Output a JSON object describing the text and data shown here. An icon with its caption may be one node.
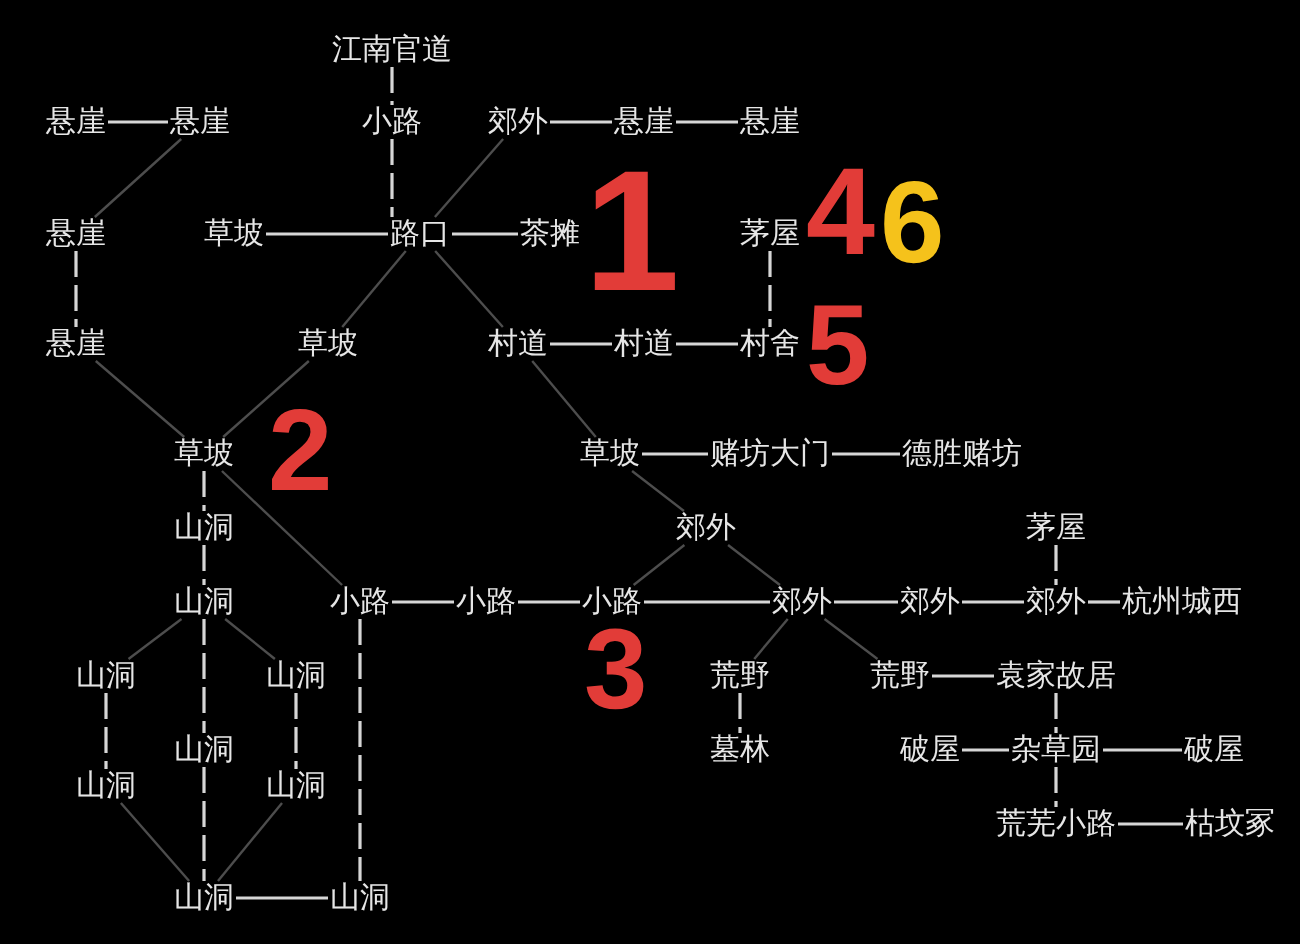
{
  "diagram": {
    "nodes": [
      {
        "text": [
          "江南官道"
        ]
      },
      {
        "text": [
          "悬崖"
        ]
      },
      {
        "text": [
          "悬崖"
        ]
      },
      {
        "text": [
          "小路"
        ]
      },
      {
        "text": [
          "郊外"
        ]
      },
      {
        "text": [
          "悬崖"
        ]
      },
      {
        "text": [
          "悬崖"
        ]
      },
      {
        "text": [
          "悬崖"
        ]
      },
      {
        "text": [
          "草坡"
        ]
      },
      {
        "text": [
          "路口"
        ]
      },
      {
        "text": [
          "茶摊"
        ]
      },
      {
        "text": [
          "茅屋"
        ]
      },
      {
        "text": [
          "悬崖"
        ]
      },
      {
        "text": [
          "草坡"
        ]
      },
      {
        "text": [
          "村道"
        ]
      },
      {
        "text": [
          "村道"
        ]
      },
      {
        "text": [
          "村舍"
        ]
      },
      {
        "text": [
          "草坡"
        ]
      },
      {
        "text": [
          "草坡"
        ]
      },
      {
        "text": [
          "赌坊大门"
        ]
      },
      {
        "text": [
          "德胜赌坊"
        ]
      },
      {
        "text": [
          "山洞"
        ]
      },
      {
        "text": [
          "郊外"
        ]
      },
      {
        "text": [
          "茅屋"
        ]
      },
      {
        "text": [
          "山洞"
        ]
      },
      {
        "text": [
          "小路"
        ]
      },
      {
        "text": [
          "小路"
        ]
      },
      {
        "text": [
          "小路"
        ]
      },
      {
        "text": [
          "郊外"
        ]
      },
      {
        "text": [
          "郊外"
        ]
      },
      {
        "text": [
          "郊外"
        ]
      },
      {
        "text": [
          "杭州城西"
        ]
      },
      {
        "text": [
          "山洞"
        ]
      },
      {
        "text": [
          "山洞"
        ]
      },
      {
        "text": [
          "荒野"
        ]
      },
      {
        "text": [
          "荒野"
        ]
      },
      {
        "text": [
          "袁家故居"
        ]
      },
      {
        "text": [
          "山洞"
        ]
      },
      {
        "text": [
          "墓林"
        ]
      },
      {
        "text": [
          "破屋"
        ]
      },
      {
        "text": [
          "杂草园"
        ]
      },
      {
        "text": [
          "破屋"
        ]
      },
      {
        "text": [
          "山洞"
        ]
      },
      {
        "text": [
          "山洞"
        ]
      },
      {
        "text": [
          "荒芜小路"
        ]
      },
      {
        "text": [
          "枯坟冢"
        ]
      },
      {
        "text": [
          "山洞"
        ]
      },
      {
        "text": [
          "山洞"
        ]
      }
    ],
    "edges": [
      {
        "from": 0,
        "to": 3,
        "arrow": "none",
        "style": "dashed"
      },
      {
        "from": 1,
        "to": 2,
        "arrow": "none"
      },
      {
        "from": 3,
        "to": 9,
        "arrow": "none",
        "style": "dashed"
      },
      {
        "from": 4,
        "to": 5,
        "arrow": "none"
      },
      {
        "from": 5,
        "to": 6,
        "arrow": "none"
      },
      {
        "from": 4,
        "to": 9,
        "arrow": "none",
        "color": "#4d4d4d"
      },
      {
        "from": 2,
        "to": 7,
        "arrow": "none",
        "color": "#4d4d4d"
      },
      {
        "from": 7,
        "to": 12,
        "arrow": "none",
        "style": "dashed"
      },
      {
        "from": 8,
        "to": 9,
        "arrow": "none"
      },
      {
        "from": 9,
        "to": 10,
        "arrow": "none"
      },
      {
        "from": 11,
        "to": 16,
        "arrow": "none",
        "style": "dashed"
      },
      {
        "from": 9,
        "to": 13,
        "arrow": "none",
        "color": "#4d4d4d"
      },
      {
        "from": 9,
        "to": 14,
        "arrow": "none",
        "color": "#4d4d4d"
      },
      {
        "from": 12,
        "to": 17,
        "arrow": "none",
        "color": "#4d4d4d"
      },
      {
        "from": 13,
        "to": 17,
        "arrow": "none",
        "color": "#4d4d4d"
      },
      {
        "from": 14,
        "to": 15,
        "arrow": "none"
      },
      {
        "from": 15,
        "to": 16,
        "arrow": "none"
      },
      {
        "from": 14,
        "to": 18,
        "arrow": "none",
        "color": "#4d4d4d"
      },
      {
        "from": 17,
        "to": 21,
        "arrow": "none",
        "style": "dashed"
      },
      {
        "from": 18,
        "to": 19,
        "arrow": "none"
      },
      {
        "from": 19,
        "to": 20,
        "arrow": "none"
      },
      {
        "from": 18,
        "to": 22,
        "arrow": "none",
        "color": "#4d4d4d"
      },
      {
        "from": 17,
        "to": 25,
        "arrow": "none",
        "color": "#4d4d4d"
      },
      {
        "from": 21,
        "to": 24,
        "arrow": "none",
        "style": "dashed"
      },
      {
        "from": 22,
        "to": 27,
        "arrow": "none",
        "color": "#4d4d4d"
      },
      {
        "from": 22,
        "to": 28,
        "arrow": "none",
        "color": "#4d4d4d"
      },
      {
        "from": 23,
        "to": 30,
        "arrow": "none",
        "style": "dashed"
      },
      {
        "from": 25,
        "to": 26,
        "arrow": "none"
      },
      {
        "from": 26,
        "to": 27,
        "arrow": "none"
      },
      {
        "from": 27,
        "to": 28,
        "arrow": "none"
      },
      {
        "from": 28,
        "to": 29,
        "arrow": "none"
      },
      {
        "from": 29,
        "to": 30,
        "arrow": "none"
      },
      {
        "from": 30,
        "to": 31,
        "arrow": "none"
      },
      {
        "from": 24,
        "to": 37,
        "arrow": "none",
        "style": "dashed"
      },
      {
        "from": 24,
        "to": 32,
        "arrow": "none",
        "color": "#4d4d4d"
      },
      {
        "from": 24,
        "to": 33,
        "arrow": "none",
        "color": "#4d4d4d"
      },
      {
        "from": 25,
        "to": 47,
        "arrow": "none",
        "style": "dashed"
      },
      {
        "from": 28,
        "to": 34,
        "arrow": "none",
        "color": "#4d4d4d"
      },
      {
        "from": 28,
        "to": 35,
        "arrow": "none",
        "color": "#4d4d4d"
      },
      {
        "from": 32,
        "to": 42,
        "arrow": "none",
        "style": "dashed"
      },
      {
        "from": 33,
        "to": 43,
        "arrow": "none",
        "style": "dashed"
      },
      {
        "from": 34,
        "to": 38,
        "arrow": "none",
        "style": "dashed"
      },
      {
        "from": 35,
        "to": 36,
        "arrow": "none"
      },
      {
        "from": 36,
        "to": 40,
        "arrow": "none",
        "style": "dashed"
      },
      {
        "from": 37,
        "to": 46,
        "arrow": "none",
        "style": "dashed"
      },
      {
        "from": 39,
        "to": 40,
        "arrow": "none"
      },
      {
        "from": 40,
        "to": 41,
        "arrow": "none"
      },
      {
        "from": 40,
        "to": 44,
        "arrow": "none",
        "style": "dashed"
      },
      {
        "from": 42,
        "to": 46,
        "arrow": "none",
        "color": "#4d4d4d"
      },
      {
        "from": 43,
        "to": 46,
        "arrow": "none",
        "color": "#4d4d4d"
      },
      {
        "from": 44,
        "to": 45,
        "arrow": "none"
      },
      {
        "from": 46,
        "to": 47,
        "arrow": "none"
      }
    ],
    "labels": [
      "1",
      "4",
      "6",
      "5",
      "2",
      "3"
    ]
  }
}
